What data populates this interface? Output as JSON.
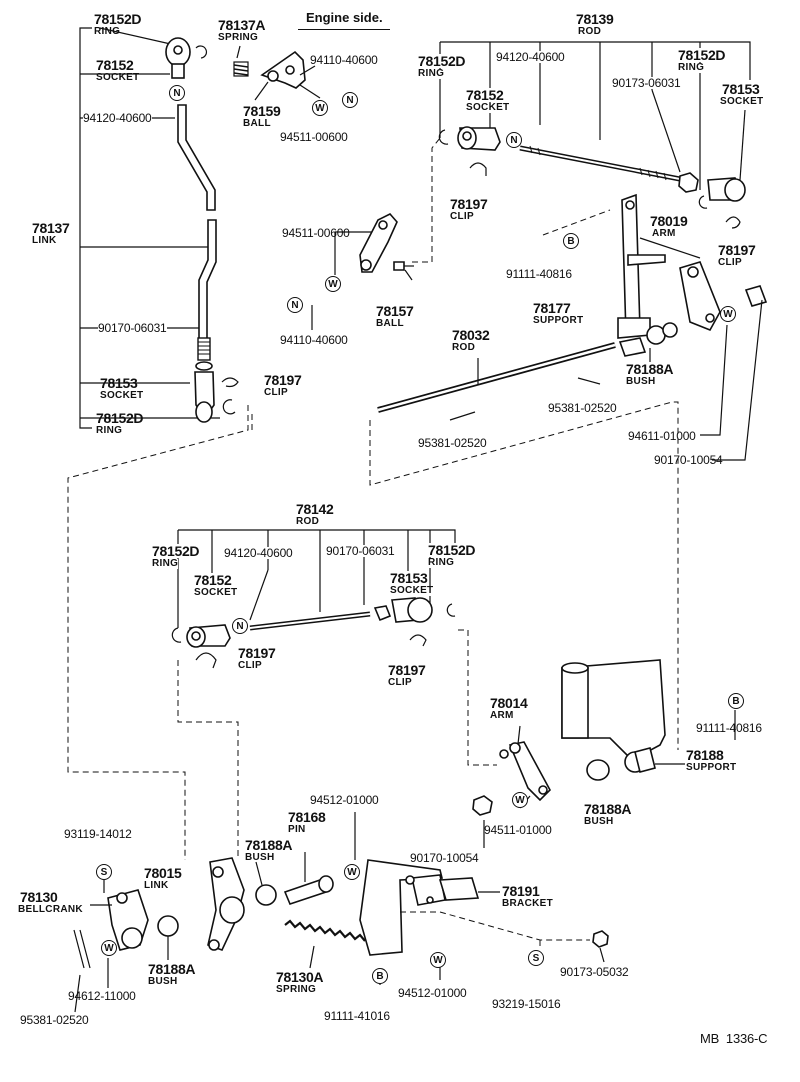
{
  "header": {
    "engine_side": "Engine side."
  },
  "footer": {
    "code": "MB  1336-C"
  },
  "labels": [
    {
      "key": "p1a",
      "text": "78152D",
      "cls": "pn"
    },
    {
      "key": "p1b",
      "text": "RING",
      "cls": "nm"
    },
    {
      "key": "p2a",
      "text": "78152",
      "cls": "pn"
    },
    {
      "key": "p2b",
      "text": "SOCKET",
      "cls": "nm"
    },
    {
      "key": "p3a",
      "text": "94120-40600",
      "cls": "pt"
    },
    {
      "key": "p4a",
      "text": "78137",
      "cls": "pn"
    },
    {
      "key": "p4b",
      "text": "LINK",
      "cls": "nm"
    },
    {
      "key": "p5a",
      "text": "90170-06031",
      "cls": "pt"
    },
    {
      "key": "p6a",
      "text": "78153",
      "cls": "pn"
    },
    {
      "key": "p6b",
      "text": "SOCKET",
      "cls": "nm"
    },
    {
      "key": "p7a",
      "text": "78197",
      "cls": "pn"
    },
    {
      "key": "p7b",
      "text": "CLIP",
      "cls": "nm"
    },
    {
      "key": "p8a",
      "text": "78152D",
      "cls": "pn"
    },
    {
      "key": "p8b",
      "text": "RING",
      "cls": "nm"
    },
    {
      "key": "p9a",
      "text": "78137A",
      "cls": "pn"
    },
    {
      "key": "p9b",
      "text": "SPRING",
      "cls": "nm"
    },
    {
      "key": "p10a",
      "text": "78159",
      "cls": "pn"
    },
    {
      "key": "p10b",
      "text": "BALL",
      "cls": "nm"
    },
    {
      "key": "p11a",
      "text": "94110-40600",
      "cls": "pt"
    },
    {
      "key": "p12a",
      "text": "94511-00600",
      "cls": "pt"
    },
    {
      "key": "p13a",
      "text": "94511-00600",
      "cls": "pt"
    },
    {
      "key": "p14a",
      "text": "78157",
      "cls": "pn"
    },
    {
      "key": "p14b",
      "text": "BALL",
      "cls": "nm"
    },
    {
      "key": "p15a",
      "text": "94110-40600",
      "cls": "pt"
    },
    {
      "key": "p16a",
      "text": "78139",
      "cls": "pn"
    },
    {
      "key": "p16b",
      "text": "ROD",
      "cls": "nm"
    },
    {
      "key": "p17a",
      "text": "78152D",
      "cls": "pn"
    },
    {
      "key": "p17b",
      "text": "RING",
      "cls": "nm"
    },
    {
      "key": "p18a",
      "text": "94120-40600",
      "cls": "pt"
    },
    {
      "key": "p19a",
      "text": "78152",
      "cls": "pn"
    },
    {
      "key": "p19b",
      "text": "SOCKET",
      "cls": "nm"
    },
    {
      "key": "p20a",
      "text": "78152D",
      "cls": "pn"
    },
    {
      "key": "p20b",
      "text": "RING",
      "cls": "nm"
    },
    {
      "key": "p21a",
      "text": "90173-06031",
      "cls": "pt"
    },
    {
      "key": "p22a",
      "text": "78153",
      "cls": "pn"
    },
    {
      "key": "p22b",
      "text": "SOCKET",
      "cls": "nm"
    },
    {
      "key": "p23a",
      "text": "78197",
      "cls": "pn"
    },
    {
      "key": "p23b",
      "text": "CLIP",
      "cls": "nm"
    },
    {
      "key": "p24a",
      "text": "78019",
      "cls": "pn"
    },
    {
      "key": "p24b",
      "text": "ARM",
      "cls": "nm"
    },
    {
      "key": "p25a",
      "text": "78197",
      "cls": "pn"
    },
    {
      "key": "p25b",
      "text": "CLIP",
      "cls": "nm"
    },
    {
      "key": "p26a",
      "text": "91111-40816",
      "cls": "pt"
    },
    {
      "key": "p27a",
      "text": "78177",
      "cls": "pn"
    },
    {
      "key": "p27b",
      "text": "SUPPORT",
      "cls": "nm"
    },
    {
      "key": "p28a",
      "text": "78032",
      "cls": "pn"
    },
    {
      "key": "p28b",
      "text": "ROD",
      "cls": "nm"
    },
    {
      "key": "p29a",
      "text": "78188A",
      "cls": "pn"
    },
    {
      "key": "p29b",
      "text": "BUSH",
      "cls": "nm"
    },
    {
      "key": "p30a",
      "text": "95381-02520",
      "cls": "pt"
    },
    {
      "key": "p31a",
      "text": "95381-02520",
      "cls": "pt"
    },
    {
      "key": "p32a",
      "text": "94611-01000",
      "cls": "pt"
    },
    {
      "key": "p33a",
      "text": "90170-10054",
      "cls": "pt"
    },
    {
      "key": "p34a",
      "text": "78142",
      "cls": "pn"
    },
    {
      "key": "p34b",
      "text": "ROD",
      "cls": "nm"
    },
    {
      "key": "p35a",
      "text": "78152D",
      "cls": "pn"
    },
    {
      "key": "p35b",
      "text": "RING",
      "cls": "nm"
    },
    {
      "key": "p36a",
      "text": "94120-40600",
      "cls": "pt"
    },
    {
      "key": "p37a",
      "text": "90170-06031",
      "cls": "pt"
    },
    {
      "key": "p38a",
      "text": "78152D",
      "cls": "pn"
    },
    {
      "key": "p38b",
      "text": "RING",
      "cls": "nm"
    },
    {
      "key": "p39a",
      "text": "78152",
      "cls": "pn"
    },
    {
      "key": "p39b",
      "text": "SOCKET",
      "cls": "nm"
    },
    {
      "key": "p40a",
      "text": "78153",
      "cls": "pn"
    },
    {
      "key": "p40b",
      "text": "SOCKET",
      "cls": "nm"
    },
    {
      "key": "p41a",
      "text": "78197",
      "cls": "pn"
    },
    {
      "key": "p41b",
      "text": "CLIP",
      "cls": "nm"
    },
    {
      "key": "p42a",
      "text": "78197",
      "cls": "pn"
    },
    {
      "key": "p42b",
      "text": "CLIP",
      "cls": "nm"
    },
    {
      "key": "p43a",
      "text": "78014",
      "cls": "pn"
    },
    {
      "key": "p43b",
      "text": "ARM",
      "cls": "nm"
    },
    {
      "key": "p44a",
      "text": "91111-40816",
      "cls": "pt"
    },
    {
      "key": "p45a",
      "text": "78188",
      "cls": "pn"
    },
    {
      "key": "p45b",
      "text": "SUPPORT",
      "cls": "nm"
    },
    {
      "key": "p46a",
      "text": "78188A",
      "cls": "pn"
    },
    {
      "key": "p46b",
      "text": "BUSH",
      "cls": "nm"
    },
    {
      "key": "p47a",
      "text": "94511-01000",
      "cls": "pt"
    },
    {
      "key": "p48a",
      "text": "90170-10054",
      "cls": "pt"
    },
    {
      "key": "p49a",
      "text": "94512-01000",
      "cls": "pt"
    },
    {
      "key": "p50a",
      "text": "78168",
      "cls": "pn"
    },
    {
      "key": "p50b",
      "text": "PIN",
      "cls": "nm"
    },
    {
      "key": "p51a",
      "text": "78188A",
      "cls": "pn"
    },
    {
      "key": "p51b",
      "text": "BUSH",
      "cls": "nm"
    },
    {
      "key": "p52a",
      "text": "93119-14012",
      "cls": "pt"
    },
    {
      "key": "p53a",
      "text": "78015",
      "cls": "pn"
    },
    {
      "key": "p53b",
      "text": "LINK",
      "cls": "nm"
    },
    {
      "key": "p54a",
      "text": "78130",
      "cls": "pn"
    },
    {
      "key": "p54b",
      "text": "BELLCRANK",
      "cls": "nm"
    },
    {
      "key": "p55a",
      "text": "78191",
      "cls": "pn"
    },
    {
      "key": "p55b",
      "text": "BRACKET",
      "cls": "nm"
    },
    {
      "key": "p56a",
      "text": "78188A",
      "cls": "pn"
    },
    {
      "key": "p56b",
      "text": "BUSH",
      "cls": "nm"
    },
    {
      "key": "p57a",
      "text": "78130A",
      "cls": "pn"
    },
    {
      "key": "p57b",
      "text": "SPRING",
      "cls": "nm"
    },
    {
      "key": "p58a",
      "text": "94612-11000",
      "cls": "pt"
    },
    {
      "key": "p59a",
      "text": "95381-02520",
      "cls": "pt"
    },
    {
      "key": "p60a",
      "text": "91111-41016",
      "cls": "pt"
    },
    {
      "key": "p61a",
      "text": "94512-01000",
      "cls": "pt"
    },
    {
      "key": "p62a",
      "text": "93219-15016",
      "cls": "pt"
    },
    {
      "key": "p63a",
      "text": "90173-05032",
      "cls": "pt"
    }
  ],
  "symbols": [
    {
      "key": "s1",
      "text": "N"
    },
    {
      "key": "s2",
      "text": "W"
    },
    {
      "key": "s3",
      "text": "N"
    },
    {
      "key": "s4",
      "text": "W"
    },
    {
      "key": "s5",
      "text": "N"
    },
    {
      "key": "s6",
      "text": "N"
    },
    {
      "key": "s7",
      "text": "B"
    },
    {
      "key": "s8",
      "text": "W"
    },
    {
      "key": "s9",
      "text": "N"
    },
    {
      "key": "s10",
      "text": "B"
    },
    {
      "key": "s11",
      "text": "W"
    },
    {
      "key": "s12",
      "text": "W"
    },
    {
      "key": "s13",
      "text": "S"
    },
    {
      "key": "s14",
      "text": "W"
    },
    {
      "key": "s15",
      "text": "B"
    },
    {
      "key": "s16",
      "text": "W"
    },
    {
      "key": "s17",
      "text": "S"
    }
  ]
}
